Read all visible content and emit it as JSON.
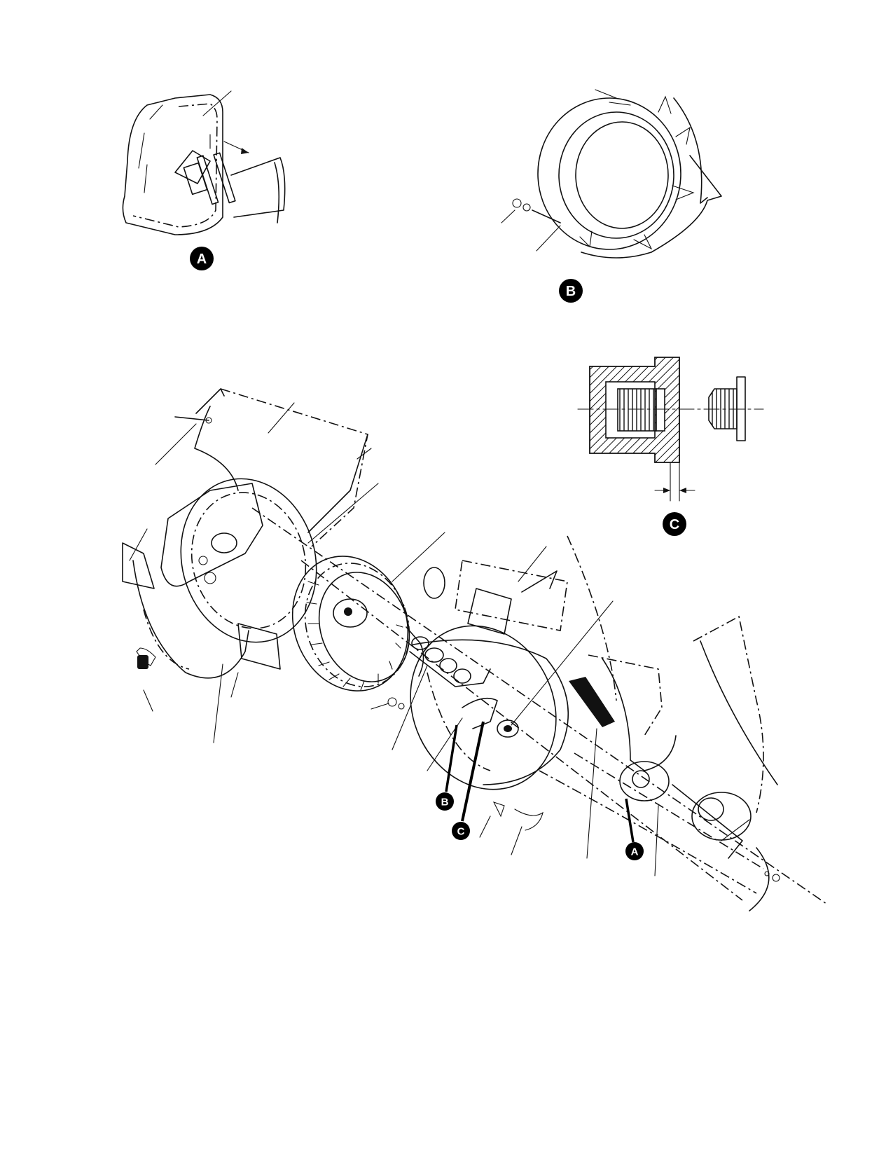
{
  "detail_views": [
    {
      "id": "detail-a",
      "label": "A"
    },
    {
      "id": "detail-b",
      "label": "B"
    },
    {
      "id": "detail-c",
      "label": "C"
    }
  ],
  "callouts": [
    {
      "id": "callout-b",
      "label": "B"
    },
    {
      "id": "callout-c",
      "label": "C"
    },
    {
      "id": "callout-a",
      "label": "A"
    }
  ],
  "colors": {
    "ink": "#111111",
    "paper": "#ffffff",
    "badge_fill": "#000000",
    "badge_text": "#ffffff"
  }
}
